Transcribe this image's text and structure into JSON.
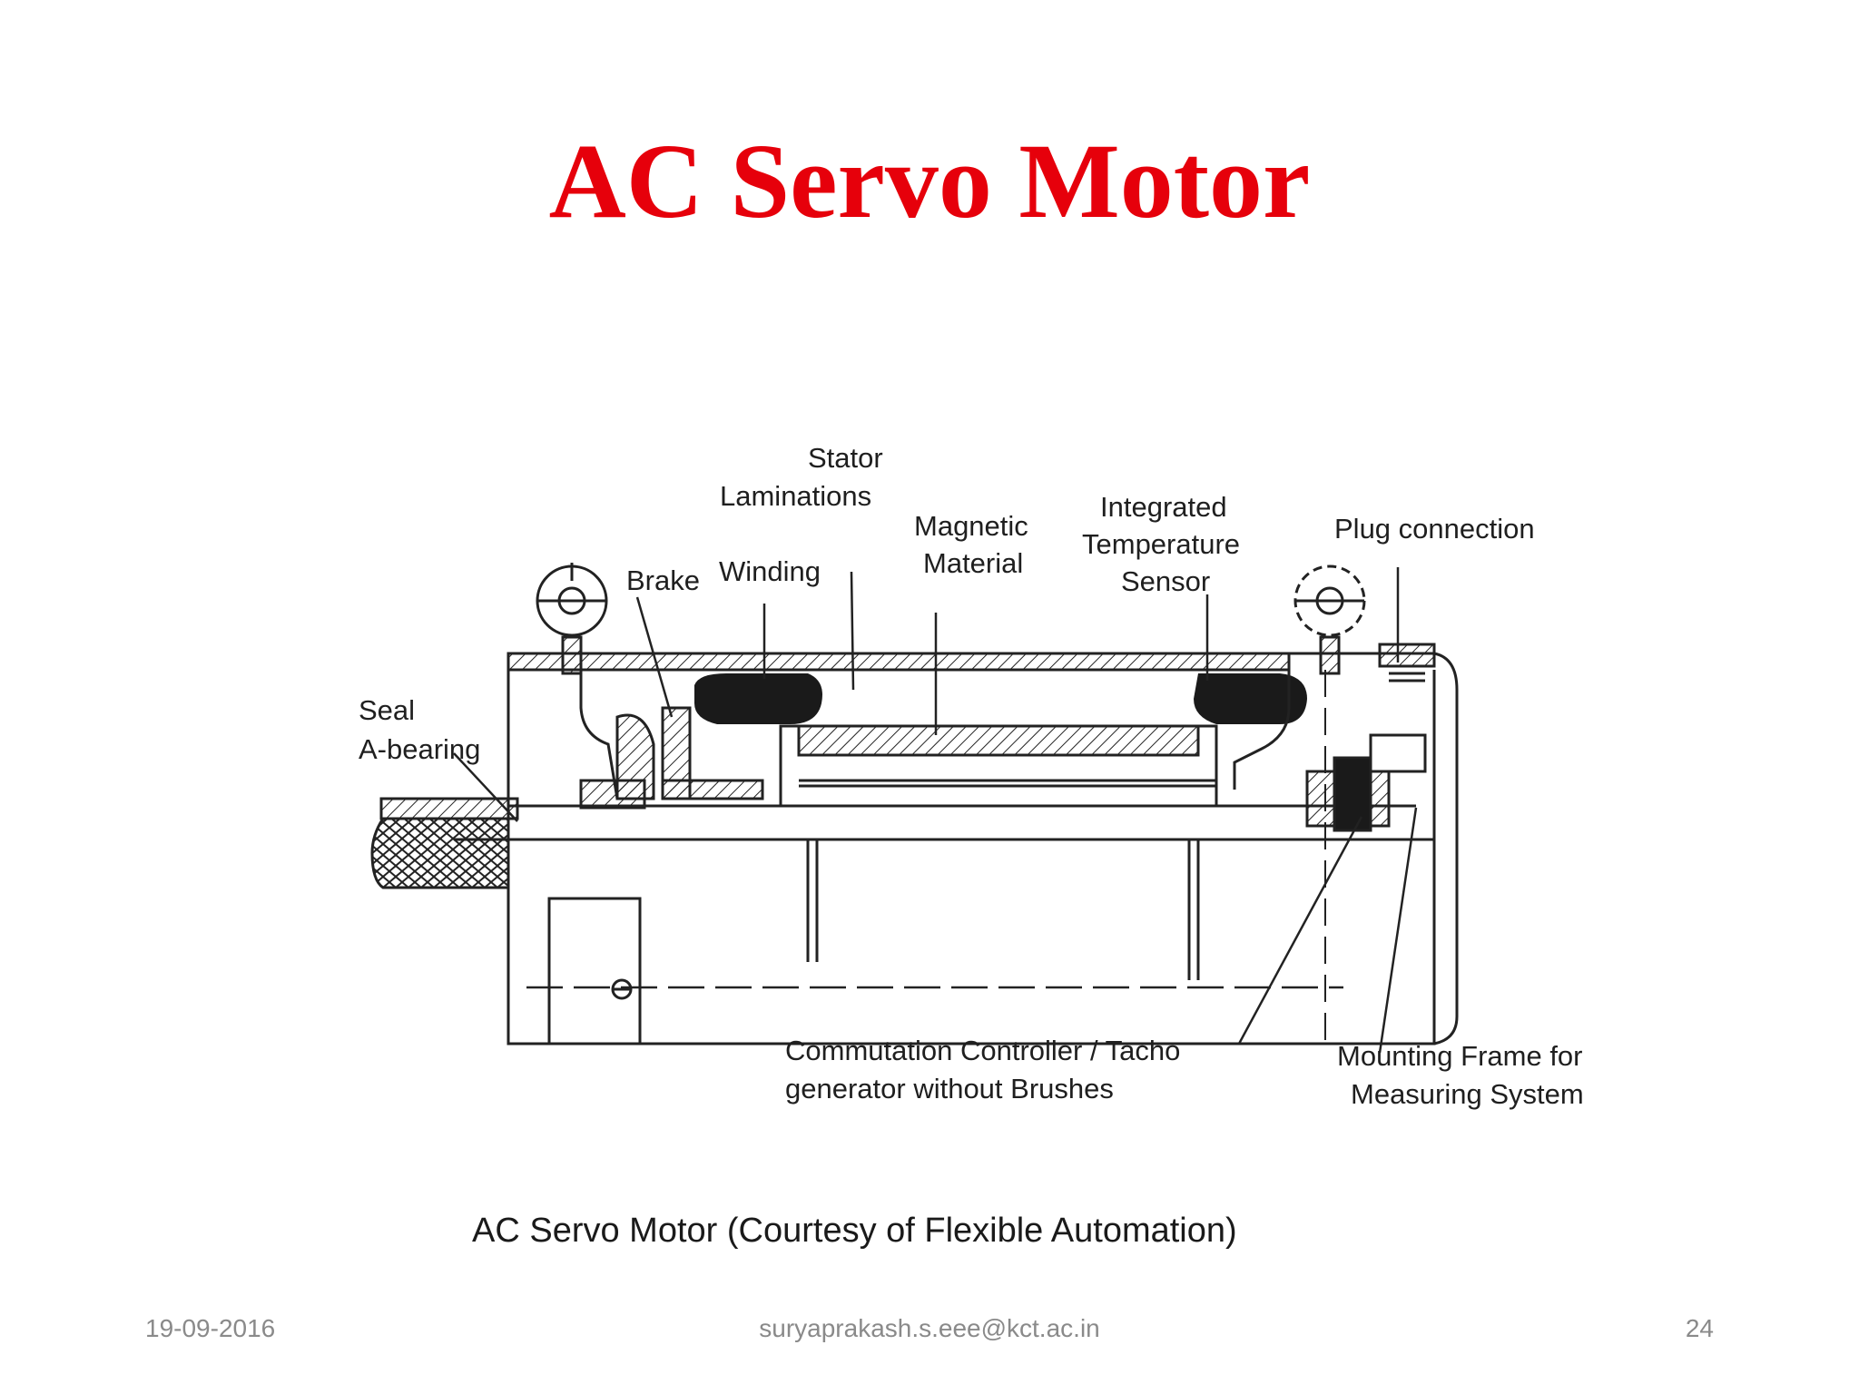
{
  "slide": {
    "title": "AC Servo Motor",
    "caption": "AC Servo Motor (Courtesy of Flexible Automation)"
  },
  "diagram": {
    "labels": {
      "stator_1": "Stator",
      "stator_2": "Laminations",
      "winding": "Winding",
      "brake": "Brake",
      "magnetic_1": "Magnetic",
      "magnetic_2": "Material",
      "temp_1": "Integrated",
      "temp_2": "Temperature",
      "temp_3": "Sensor",
      "plug": "Plug connection",
      "seal": "Seal",
      "abearing": "A-bearing",
      "commut_1": "Commutation Controller / Tacho",
      "commut_2": "generator without Brushes",
      "mount_1": "Mounting Frame for",
      "mount_2": "Measuring System"
    }
  },
  "footer": {
    "date": "19-09-2016",
    "email": "suryaprakash.s.eee@kct.ac.in",
    "page": "24"
  }
}
